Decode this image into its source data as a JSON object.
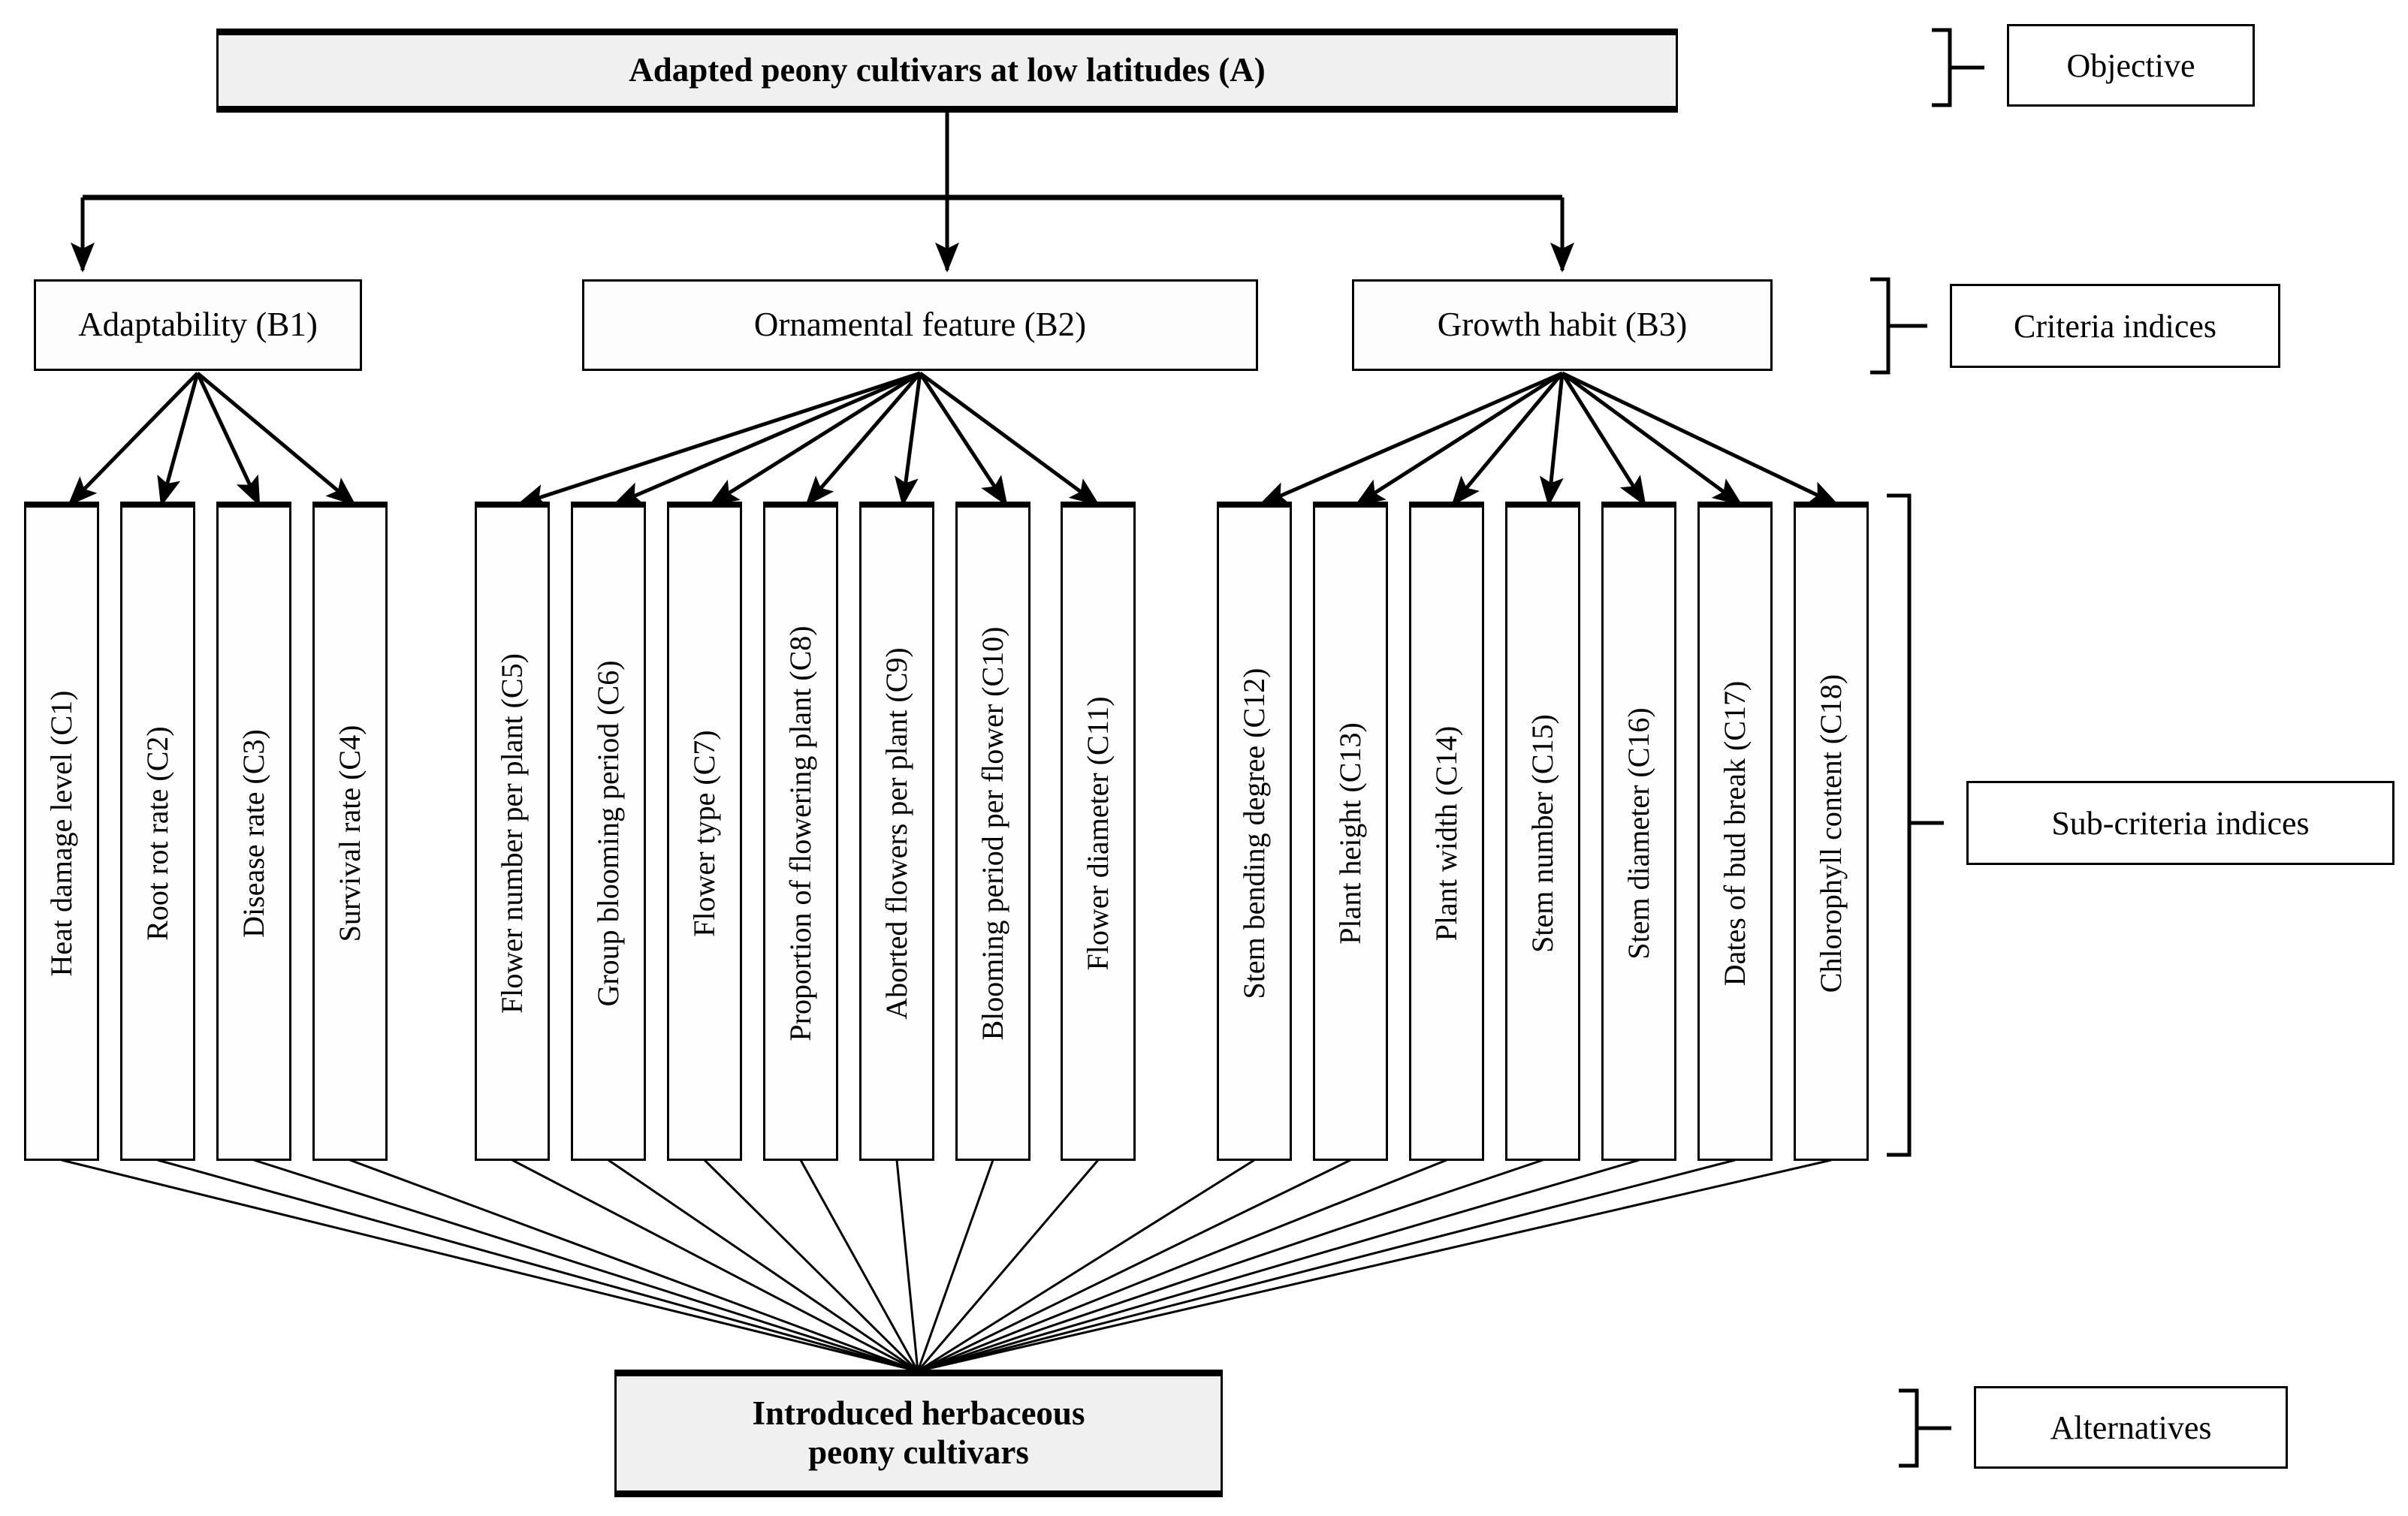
{
  "diagram": {
    "title_node": {
      "label": "Adapted peony cultivars at low latitudes (A)"
    },
    "alternatives_node": {
      "line1": "Introduced herbaceous",
      "line2": "peony cultivars"
    },
    "criteria": [
      {
        "id": "B1",
        "label": "Adaptability (B1)"
      },
      {
        "id": "B2",
        "label": "Ornamental feature (B2)"
      },
      {
        "id": "B3",
        "label": "Growth habit (B3)"
      }
    ],
    "subcriteria": [
      {
        "id": "C1",
        "parent": "B1",
        "label": "Heat damage level (C1)"
      },
      {
        "id": "C2",
        "parent": "B1",
        "label": "Root rot rate (C2)"
      },
      {
        "id": "C3",
        "parent": "B1",
        "label": "Disease rate (C3)"
      },
      {
        "id": "C4",
        "parent": "B1",
        "label": "Survival rate (C4)"
      },
      {
        "id": "C5",
        "parent": "B2",
        "label": "Flower number per plant (C5)"
      },
      {
        "id": "C6",
        "parent": "B2",
        "label": "Group blooming period (C6)"
      },
      {
        "id": "C7",
        "parent": "B2",
        "label": "Flower type (C7)"
      },
      {
        "id": "C8",
        "parent": "B2",
        "label": "Proportion of flowering plant (C8)"
      },
      {
        "id": "C9",
        "parent": "B2",
        "label": "Aborted flowers per plant (C9)"
      },
      {
        "id": "C10",
        "parent": "B2",
        "label": "Blooming period per flower (C10)"
      },
      {
        "id": "C11",
        "parent": "B2",
        "label": "Flower diameter (C11)"
      },
      {
        "id": "C12",
        "parent": "B3",
        "label": "Stem bending degree (C12)"
      },
      {
        "id": "C13",
        "parent": "B3",
        "label": "Plant height (C13)"
      },
      {
        "id": "C14",
        "parent": "B3",
        "label": "Plant width (C14)"
      },
      {
        "id": "C15",
        "parent": "B3",
        "label": "Stem number (C15)"
      },
      {
        "id": "C16",
        "parent": "B3",
        "label": "Stem diameter (C16)"
      },
      {
        "id": "C17",
        "parent": "B3",
        "label": "Dates of bud break (C17)"
      },
      {
        "id": "C18",
        "parent": "B3",
        "label": "Chlorophyll content (C18)"
      }
    ],
    "level_labels": {
      "objective": "Objective",
      "criteria": "Criteria indices",
      "subcriteria": "Sub-criteria indices",
      "alternatives": "Alternatives"
    },
    "colors": {
      "line": "#000000",
      "node_fill": "#fefefe",
      "shaded_fill": "#f0f0f0"
    }
  }
}
